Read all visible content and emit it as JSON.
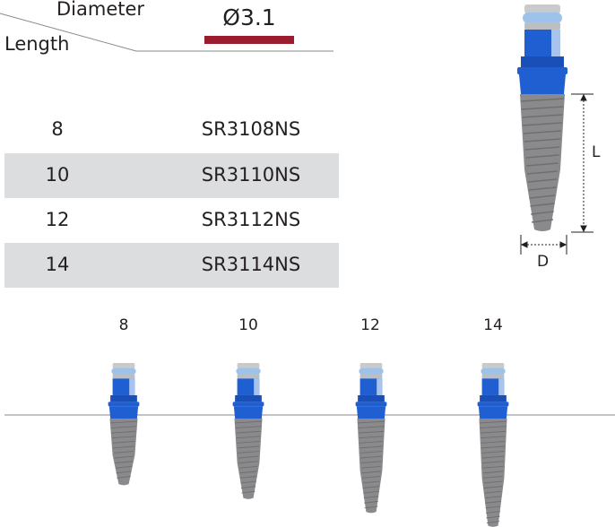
{
  "header": {
    "diameter_label": "Diameter",
    "length_label": "Length",
    "diameter_value": "Ø3.1"
  },
  "table": {
    "rows": [
      {
        "length": "8",
        "code": "SR3108NS"
      },
      {
        "length": "10",
        "code": "SR3110NS"
      },
      {
        "length": "12",
        "code": "SR3112NS"
      },
      {
        "length": "14",
        "code": "SR3114NS"
      }
    ]
  },
  "diagram": {
    "length_symbol": "L",
    "diameter_symbol": "D"
  },
  "lineup": {
    "labels": [
      "8",
      "10",
      "12",
      "14"
    ]
  },
  "colors": {
    "accent": "#9b1c2e",
    "row_alt": "#dcdddf",
    "blue": "#1f5fd1",
    "body": "#8a8a8c"
  }
}
